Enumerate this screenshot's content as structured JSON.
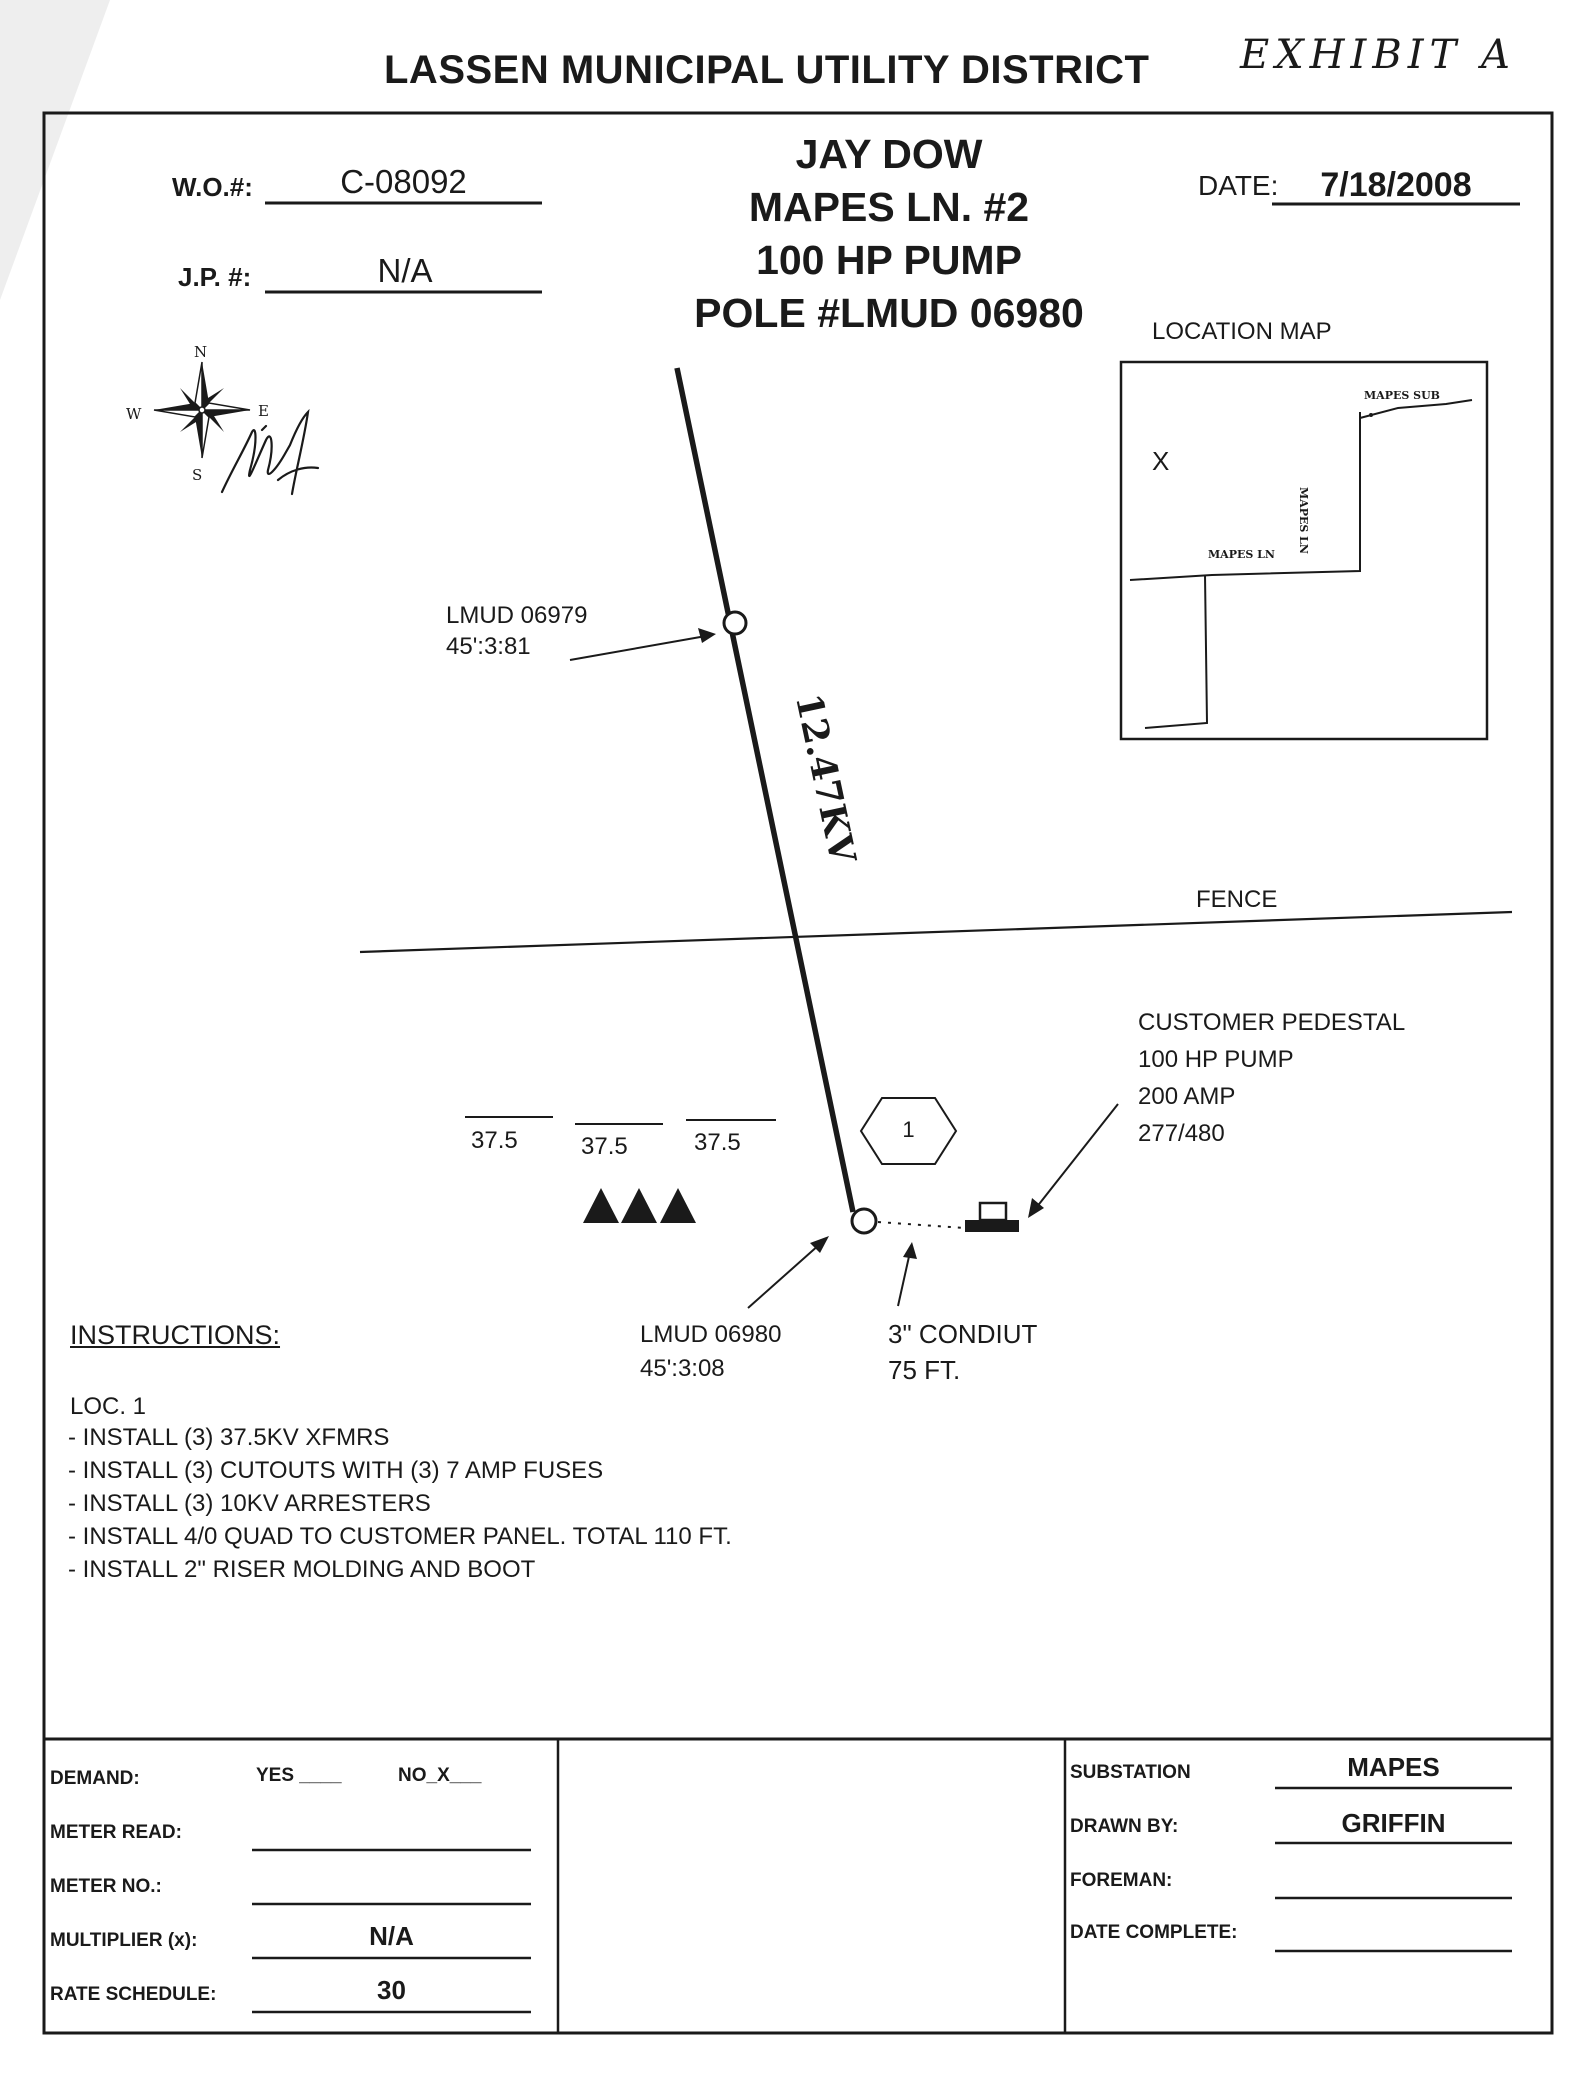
{
  "header": {
    "title": "LASSEN MUNICIPAL UTILITY DISTRICT",
    "exhibit": "EXHIBIT A"
  },
  "work_order": {
    "wo_label": "W.O.#:",
    "wo_value": "C-08092",
    "jp_label": "J.P. #:",
    "jp_value": "N/A",
    "date_label": "DATE:",
    "date_value": "7/18/2008"
  },
  "job_title": {
    "line1": "JAY DOW",
    "line2": "MAPES LN. #2",
    "line3": "100 HP PUMP",
    "line4": "POLE #LMUD 06980"
  },
  "compass": {
    "n": "N",
    "s": "S",
    "e": "E",
    "w": "W"
  },
  "location_map": {
    "label": "LOCATION MAP",
    "mark": "X",
    "mapes_sub": "MAPES SUB",
    "mapes_ln_vertical": "MAPES LN",
    "mapes_ln_horizontal": "MAPES LN"
  },
  "diagram": {
    "pole1_id": "LMUD 06979",
    "pole1_spec": "45':3:81",
    "voltage": "12.47KV",
    "fence": "FENCE",
    "customer_line1": "CUSTOMER PEDESTAL",
    "customer_line2": "100 HP PUMP",
    "customer_line3": "200 AMP",
    "customer_line4": "277/480",
    "xfmr_sizes": [
      "37.5",
      "37.5",
      "37.5"
    ],
    "location_number": "1",
    "pole2_id": "LMUD 06980",
    "pole2_spec": "45':3:08",
    "conduit_line1": "3\" CONDIUT",
    "conduit_line2": "75 FT."
  },
  "instructions": {
    "heading": "INSTRUCTIONS:",
    "location": "LOC. 1",
    "items": [
      "- INSTALL (3) 37.5KV XFMRS",
      "- INSTALL (3) CUTOUTS WITH (3) 7 AMP FUSES",
      "- INSTALL (3) 10KV ARRESTERS",
      "- INSTALL 4/0 QUAD TO CUSTOMER PANEL.  TOTAL 110 FT.",
      "- INSTALL 2\" RISER MOLDING AND BOOT"
    ]
  },
  "bottom_left": {
    "demand_label": "DEMAND:",
    "yes_label": "YES ____",
    "no_label": "NO_X___",
    "meter_read_label": "METER READ:",
    "meter_no_label": "METER NO.:",
    "multiplier_label": "MULTIPLIER (x):",
    "multiplier_value": "N/A",
    "rate_label": "RATE SCHEDULE:",
    "rate_value": "30"
  },
  "bottom_right": {
    "substation_label": "SUBSTATION",
    "substation_value": "MAPES",
    "drawn_by_label": "DRAWN BY:",
    "drawn_by_value": "GRIFFIN",
    "foreman_label": "FOREMAN:",
    "date_complete_label": "DATE COMPLETE:"
  }
}
